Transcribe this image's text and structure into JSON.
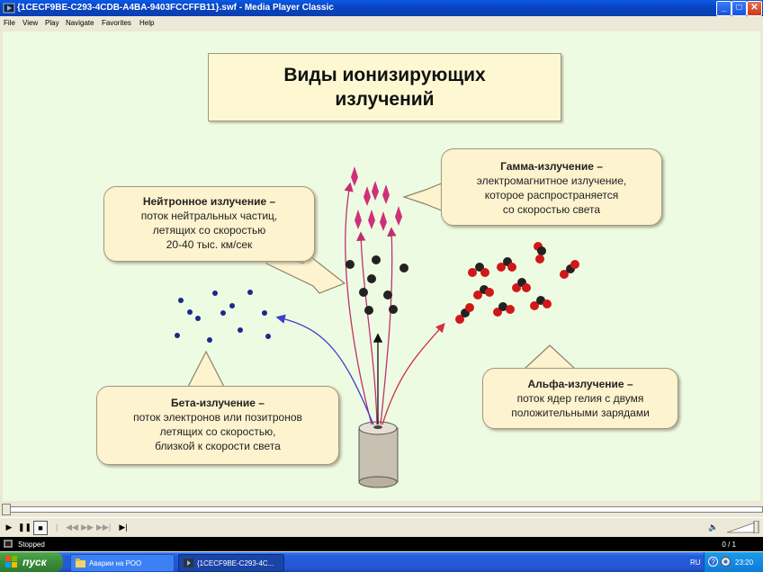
{
  "window": {
    "title": "{1CECF9BE-C293-4CDB-A4BA-9403FCCFFB11}.swf - Media Player Classic",
    "minimize": "_",
    "maximize": "□",
    "close": "✕"
  },
  "menu": [
    "File",
    "View",
    "Play",
    "Navigate",
    "Favorites",
    "Help"
  ],
  "slide": {
    "title": "Виды ионизирующих излучений",
    "neutron": {
      "head": "Нейтронное излучение –",
      "lines": [
        "поток нейтральных частиц,",
        "летящих со скоростью",
        "20-40 тыс. км/сек"
      ]
    },
    "gamma": {
      "head": "Гамма-излучение –",
      "lines": [
        "электромагнитное излучение,",
        "которое распространяется",
        "со скоростью света"
      ]
    },
    "beta": {
      "head": "Бета-излучение –",
      "lines": [
        "поток электронов или позитронов",
        "летящих со скоростью,",
        "близкой к скорости света"
      ]
    },
    "alpha": {
      "head": "Альфа-излучение –",
      "lines": [
        "поток ядер гелия с двумя",
        "положительными зарядами"
      ]
    }
  },
  "player": {
    "status": "Stopped",
    "counter": "0 / 1"
  },
  "taskbar": {
    "start": "пуск",
    "tasks": [
      "Аварии на РОО",
      "{1CECF9BE-C293-4C..."
    ],
    "lang": "RU",
    "time": "23:20"
  },
  "colors": {
    "slide_bg": "#eefbe3",
    "callout_bg": "#fef3cf",
    "beta_arrow": "#3a40c8",
    "gamma_arrow": "#c0306c",
    "alpha_arrow": "#d03040"
  }
}
